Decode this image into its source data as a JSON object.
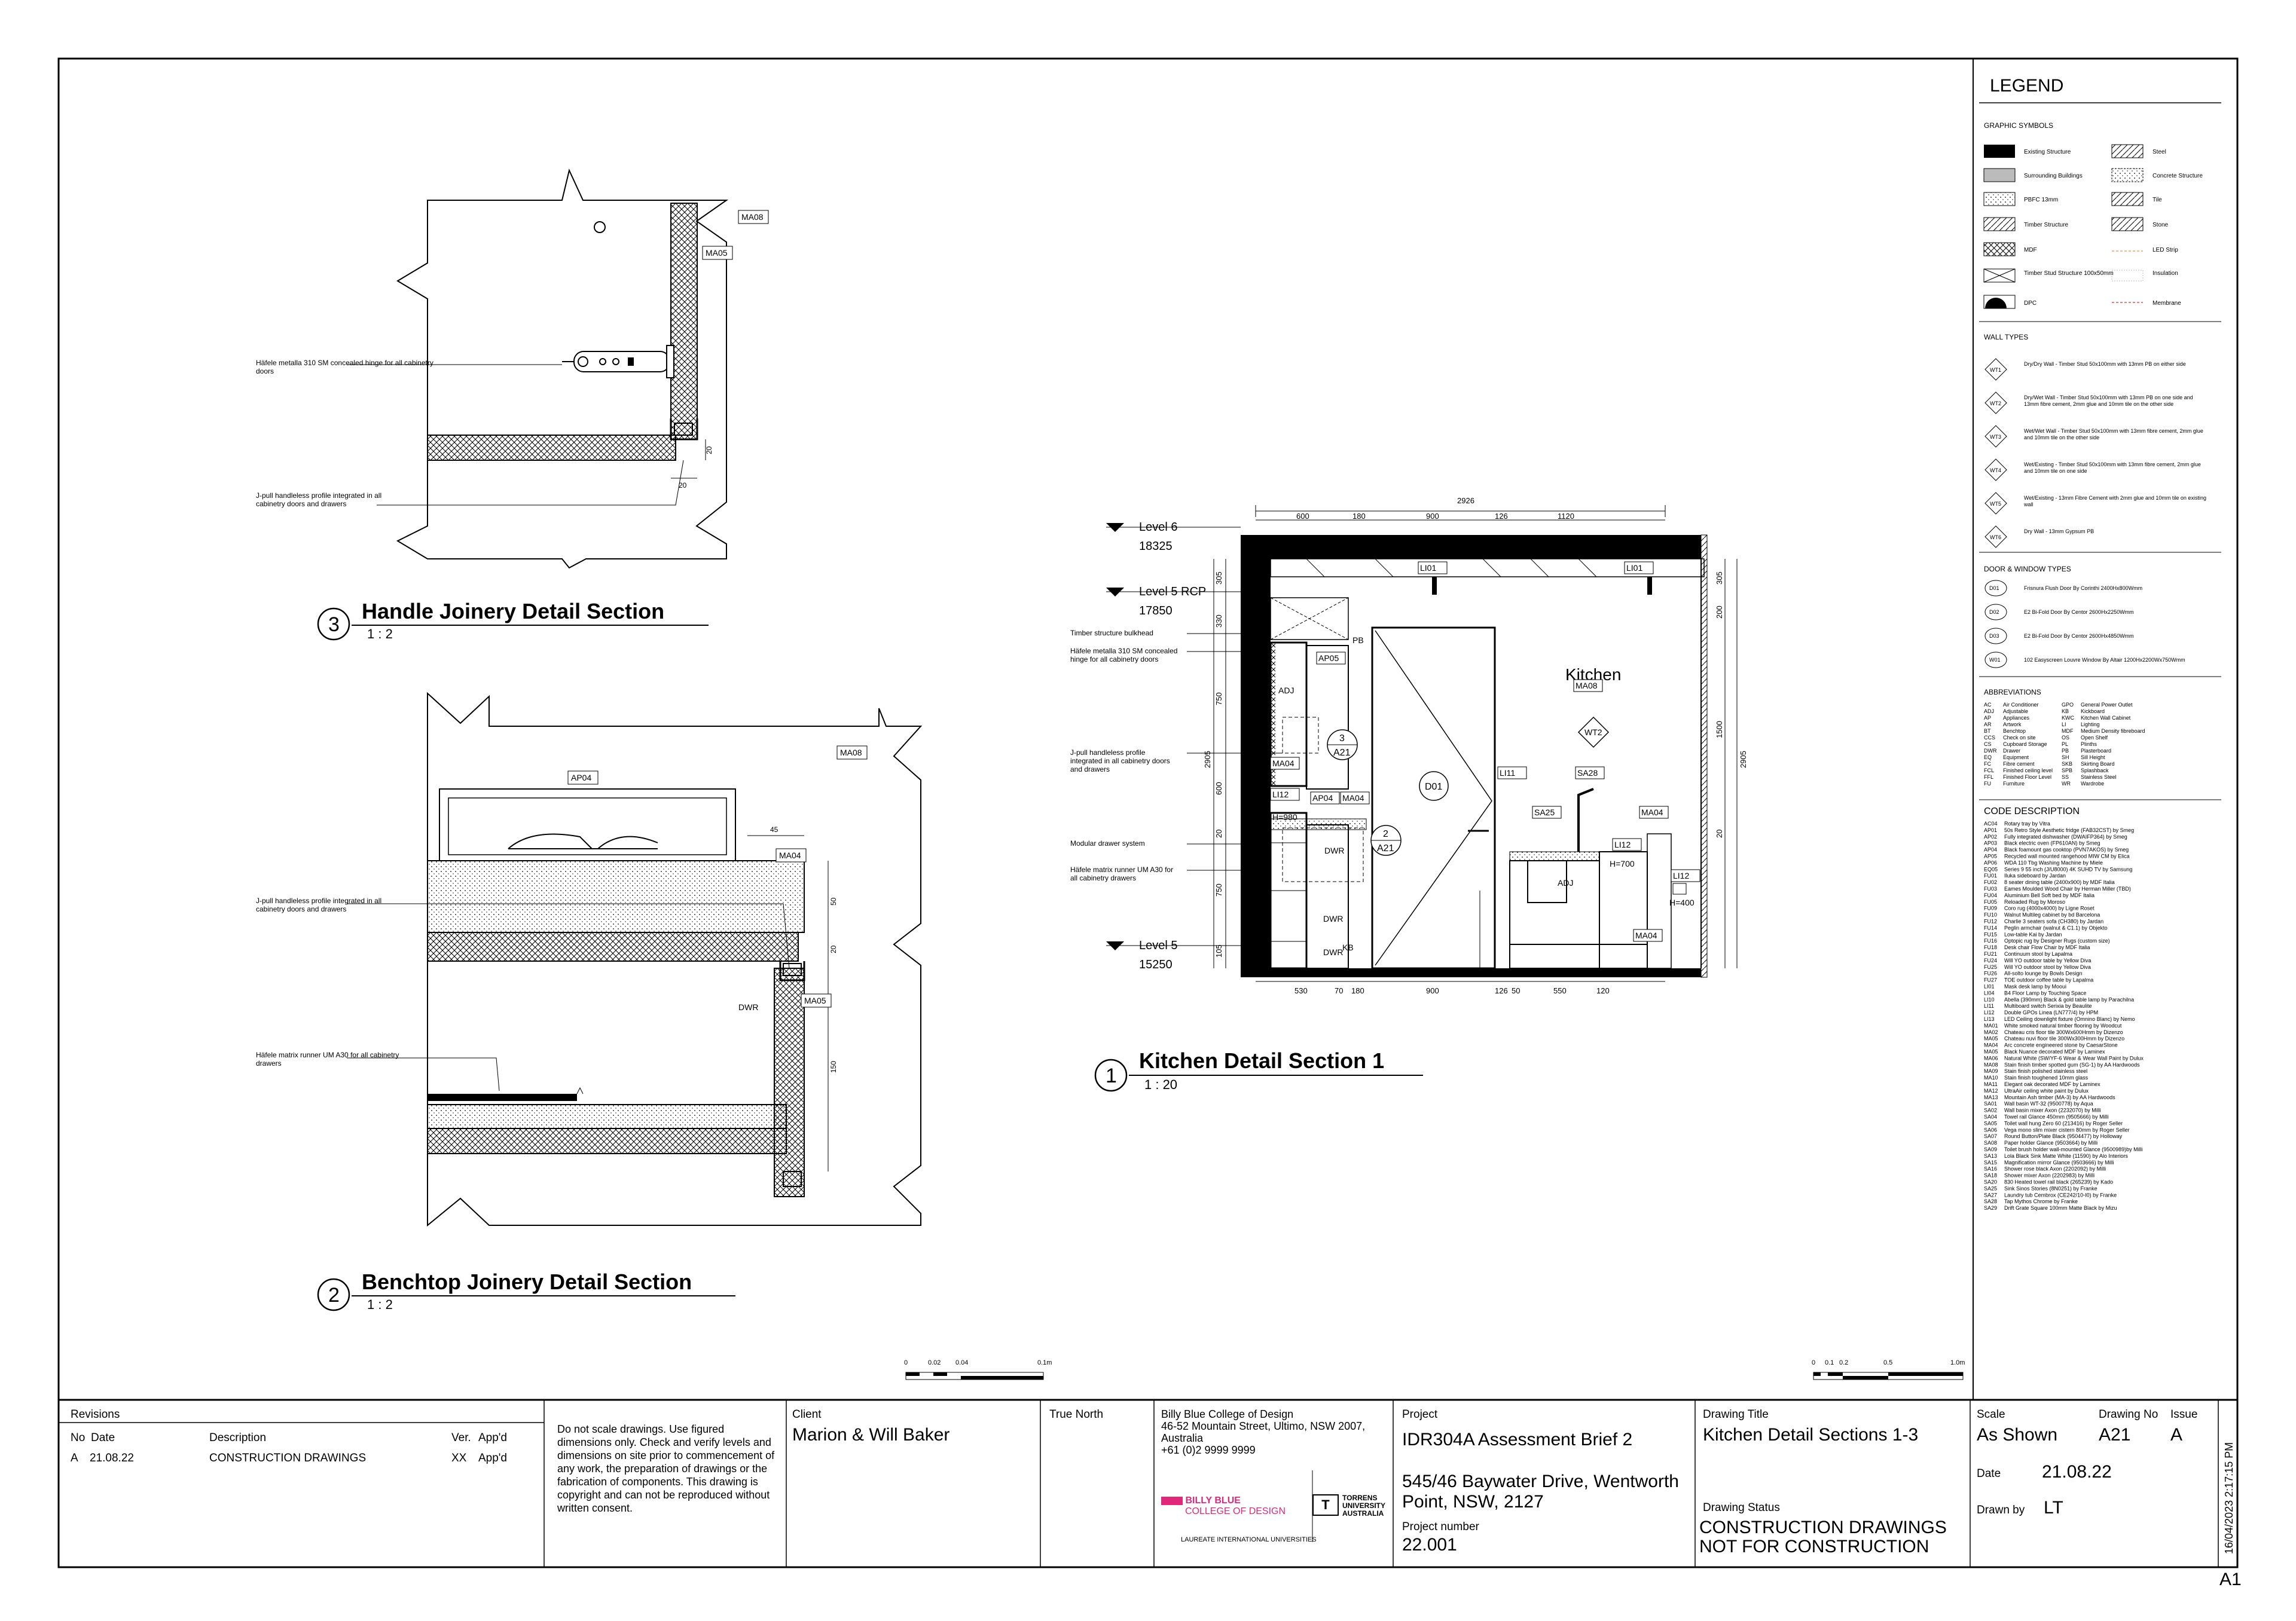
{
  "legend": {
    "title": "LEGEND",
    "graphic_symbols_heading": "GRAPHIC SYMBOLS",
    "symbols_left": [
      "Existing Structure",
      "Surrounding Buildings",
      "PBFC 13mm",
      "Timber Structure",
      "MDF",
      "Timber Stud Structure 100x50mm",
      "DPC"
    ],
    "symbols_right": [
      "Steel",
      "Concrete Structure",
      "Tile",
      "Stone",
      "LED Strip",
      "Insulation",
      "Membrane"
    ],
    "wall_types_heading": "WALL TYPES",
    "wall_types": [
      {
        "code": "WT1",
        "desc": "Dry/Dry Wall - Timber Stud 50x100mm with 13mm PB on either side"
      },
      {
        "code": "WT2",
        "desc": "Dry/Wet Wall - Timber Stud 50x100mm with 13mm PB on one side and 13mm fibre cement, 2mm glue and 10mm tile on the other side"
      },
      {
        "code": "WT3",
        "desc": "Wet/Wet Wall - Timber Stud 50x100mm with 13mm fibre cement, 2mm glue and 10mm tile on the other side"
      },
      {
        "code": "WT4",
        "desc": "Wet/Existing - Timber Stud 50x100mm with 13mm fibre cement, 2mm glue and 10mm tile on one side"
      },
      {
        "code": "WT5",
        "desc": "Wet/Existing - 13mm Fibre Cement with 2mm glue and 10mm tile on existing wall"
      },
      {
        "code": "WT6",
        "desc": "Dry Wall - 13mm Gypsum PB"
      }
    ],
    "door_window_heading": "DOOR & WINDOW TYPES",
    "door_window_types": [
      {
        "code": "D01",
        "desc": "Frisnura Flush Door By Corinthi 2400Hx800Wmm"
      },
      {
        "code": "D02",
        "desc": "E2 Bi-Fold Door By Centor 2600Hx2250Wmm"
      },
      {
        "code": "D03",
        "desc": "E2 Bi-Fold Door By Centor 2600Hx4850Wmm"
      },
      {
        "code": "W01",
        "desc": "102 Easyscreen Louvre Window By Altair 1200Hx2200Wx750Wmm"
      }
    ],
    "abbreviations_heading": "ABBREVIATIONS",
    "abbreviations": [
      [
        "AC",
        "Air Conditioner",
        "GPO",
        "General Power Outlet"
      ],
      [
        "ADJ",
        "Adjustable",
        "KB",
        "Kickboard"
      ],
      [
        "AP",
        "Appliances",
        "KWC",
        "Kitchen Wall Cabinet"
      ],
      [
        "AR",
        "Artwork",
        "LI",
        "Lighting"
      ],
      [
        "BT",
        "Benchtop",
        "MDF",
        "Medium Density fibreboard"
      ],
      [
        "CCS",
        "Check on site",
        "OS",
        "Open Shelf"
      ],
      [
        "CS",
        "Cupboard Storage",
        "PL",
        "Plinths"
      ],
      [
        "DWR",
        "Drawer",
        "PB",
        "Plasterboard"
      ],
      [
        "EQ",
        "Equipment",
        "SH",
        "Sill Height"
      ],
      [
        "FC",
        "Fibre cement",
        "SKB",
        "Skirting Board"
      ],
      [
        "FCL",
        "Finished ceiling level",
        "SPB",
        "Splashback"
      ],
      [
        "FFL",
        "Finished Floor Level",
        "SS",
        "Stainless Steel"
      ],
      [
        "FU",
        "Furniture",
        "WR",
        "Wardrobe"
      ]
    ],
    "code_heading": "CODE   DESCRIPTION",
    "codes": [
      [
        "AC04",
        "Rotary tray by Vitra"
      ],
      [
        "AP01",
        "50s Retro Style Aesthetic fridge (FAB32CST) by Smeg"
      ],
      [
        "AP02",
        "Fully integrated dishwasher (DWAIFP364) by Smeg"
      ],
      [
        "AP03",
        "Black electric oven (FP610AN) by Smeg"
      ],
      [
        "AP04",
        "Black foamount gas cooktop (PVN7AKOS) by Smeg"
      ],
      [
        "AP05",
        "Recycled wall mounted rangehood MIW CM by Elica"
      ],
      [
        "AP06",
        "WDA 110 Tbg Washing Machine by Miele"
      ],
      [
        "EQ05",
        "Series 9 55 inch (J/U8000) 4K SUHD TV by Samsung"
      ],
      [
        "FU01",
        "Ilukа sideboard by Jardan"
      ],
      [
        "FU02",
        "8 seater dining table (2400x900) by MDF Italia"
      ],
      [
        "FU03",
        "Eames Moulded Wood Chair by Herman Miller (TBD)"
      ],
      [
        "FU04",
        "Aluminium Bell Soft bed by MDF Italia"
      ],
      [
        "FU05",
        "Reloaded Rug by Moroso"
      ],
      [
        "FU09",
        "Coro rug (4000x4000) by Lignе Roset"
      ],
      [
        "FU10",
        "Walnut Multileg cabinet by bd Barcelona"
      ],
      [
        "FU12",
        "Charlie 3 seaters sofa (CH380) by Jardan"
      ],
      [
        "FU14",
        "Peglin armchair (walnut & C1.1) by Objekto"
      ],
      [
        "FU15",
        "Low-table Kai by Jardan"
      ],
      [
        "FU16",
        "Optopic rug by Designer Rugs (custom size)"
      ],
      [
        "FU18",
        "Desk chair Flow Chair by MDF Italia"
      ],
      [
        "FU21",
        "Continuum stool by Lapalma"
      ],
      [
        "FU24",
        "Will YO outdoor table by Yellow Diva"
      ],
      [
        "FU25",
        "Will YO outdoor stool by Yellow Diva"
      ],
      [
        "FU26",
        "All-solto lounge by Bowls Design"
      ],
      [
        "FU27",
        "TOE outdoor coffee table by Lapalma"
      ],
      [
        "LI01",
        "Mask desk lamp by Mooui"
      ],
      [
        "LI04",
        "B4 Floor Lamp by Touching Space"
      ],
      [
        "LI10",
        "Abella (390mm) Black & gold table lamp by Parachilna"
      ],
      [
        "LI11",
        "Multiboard switch Serixia by Beaulite"
      ],
      [
        "LI12",
        "Double GPOs Linea (LN777/4) by HPM"
      ],
      [
        "LI13",
        "LED Ceiling downlight fixture (Omnino Blanc) by Nemo"
      ],
      [
        "MA01",
        "White smoked natural timber flooring by Woodcut"
      ],
      [
        "MA02",
        "Chateau cris floor tile 300Wx600Hmm by Dizenzo"
      ],
      [
        "MA05",
        "Chateau nuvi floor tile 300Wx300Hmm by Dizenzo"
      ],
      [
        "MA04",
        "Arc concrete engineered stone by CaesarStone"
      ],
      [
        "MA05",
        "Black Nuance decorated MDF by Laminex"
      ],
      [
        "MA06",
        "Natural White (SW/YF-6 Wear & Wear Wall Paint by Dulux"
      ],
      [
        "MA08",
        "Stain finish timber spotted gum (SG-1) by AA Hardwoods"
      ],
      [
        "MA09",
        "Stain finish polished stainless steel"
      ],
      [
        "MA10",
        "Stain finish toughened 10mm glass"
      ],
      [
        "MA11",
        "Elegant oak decorated MDF by Laminex"
      ],
      [
        "MA12",
        "UltraAir ceiling white paint by Dulux"
      ],
      [
        "MA13",
        "Mountain Ash timber (MA-3) by AA Hardwoods"
      ],
      [
        "SA01",
        "Wall basin WT-32 (9500778) by Aqua"
      ],
      [
        "SA02",
        "Wall basin mixer Axon (2232070) by Milli"
      ],
      [
        "SA04",
        "Towel rail Glance 450mm (9505666) by Milli"
      ],
      [
        "SA05",
        "Toilet wall hung Zero 60 (213416) by Roger Seller"
      ],
      [
        "SA06",
        "Vega mono slim mixer cistern 80mm by Roger Seller"
      ],
      [
        "SA07",
        "Round Button/Plate Black (9504477) by Holloway"
      ],
      [
        "SA08",
        "Paper holder Glance (9503664) by Milli"
      ],
      [
        "SA09",
        "Toilet brush holder wall-mounted Glance (9500989)by Milli"
      ],
      [
        "SA13",
        "Lola Black Sink Matte White (11590) by Alo Interiors"
      ],
      [
        "SA15",
        "Magnification mirror Glance (9503666) by Milli"
      ],
      [
        "SA16",
        "Shower rose black Axon (2202092) by Milli"
      ],
      [
        "SA18",
        "Shower mixer Axon (2202983) by Milli"
      ],
      [
        "SA20",
        "830 Heated towel rail black (265239) by Kado"
      ],
      [
        "SA25",
        "Sink Sinos Stories (8N0251) by Franke"
      ],
      [
        "SA27",
        "Laundry tub Cembrox (CE242/10-I0) by Franke"
      ],
      [
        "SA28",
        "Tap Mythos Chrome by Franke"
      ],
      [
        "SA29",
        "Drift Grate Square 100mm Matte Black by Mizu"
      ]
    ]
  },
  "details": {
    "d3": {
      "number": "3",
      "title": "Handle Joinery Detail Section",
      "scale": "1 : 2",
      "tags": [
        "MA08",
        "MA05"
      ],
      "note_hinge": "Häfele metalla 310 SM concealed hinge for all cabinetry doors",
      "note_jpull": "J-pull handleless profile integrated in all cabinetry doors and drawers",
      "dims": [
        "20",
        "20"
      ]
    },
    "d2": {
      "number": "2",
      "title": "Benchtop Joinery Detail Section",
      "scale": "1 : 2",
      "tags": [
        "AP04",
        "MA08",
        "MA04",
        "MA05"
      ],
      "note_jpull": "J-pull handleless profile integrated in all cabinetry doors and drawers",
      "note_runner": "Häfele matrix runner UM A30 for all cabinetry drawers",
      "dwr": "DWR",
      "dims": [
        "45",
        "50",
        "20",
        "150"
      ]
    },
    "d1": {
      "number": "1",
      "title": "Kitchen Detail Section 1",
      "scale": "1 : 20",
      "room": "Kitchen",
      "levels": [
        {
          "name": "Level 6",
          "rl": "18325"
        },
        {
          "name": "Level 5 RCP",
          "rl": "17850"
        },
        {
          "name": "Level 5",
          "rl": "15250"
        }
      ],
      "notes": [
        "Timber structure bulkhead",
        "Häfele metalla 310 SM concealed hinge for all cabinetry doors",
        "J-pull handleless profile integrated in all cabinetry doors and drawers",
        "Modular drawer system",
        "Häfele matrix runner UM A30 for all cabinetry drawers"
      ],
      "top_total": "2926",
      "top_dims": [
        "600",
        "180",
        "900",
        "126",
        "1120"
      ],
      "bottom_dims": [
        "530",
        "70",
        "180",
        "900",
        "126",
        "50",
        "550",
        "120"
      ],
      "left_dims": [
        "305",
        "330",
        "750",
        "600",
        "20",
        "750",
        "105"
      ],
      "left_total": "2905",
      "right_dims": [
        "305",
        "200",
        "1500",
        "2905",
        "20"
      ],
      "tags": {
        "li01a": "LI01",
        "li01b": "LI01",
        "ma08": "MA08",
        "wt2": "WT2",
        "d01": "D01",
        "li11": "LI11",
        "sa28": "SA28",
        "sa25": "SA25",
        "ma04r": "MA04",
        "li12r": "LI12",
        "h700": "H=700",
        "li12r2": "LI12",
        "h400": "H=400",
        "ma04b": "MA04",
        "ap05": "AP05",
        "ma04l": "MA04",
        "li12l": "LI12",
        "h980": "H=980",
        "ap04": "AP04",
        "ma04m": "MA04",
        "adj1": "ADJ",
        "adj2": "ADJ",
        "dwr1": "DWR",
        "dwr2": "DWR",
        "dwr3": "DWR",
        "pb": "PB",
        "kb": "KB",
        "callout3": "3",
        "callout3s": "A21",
        "callout2": "2",
        "callout2s": "A21"
      }
    }
  },
  "scale_bars": {
    "left": [
      "0",
      "0.02",
      "0.04",
      "0.1m"
    ],
    "right": [
      "0",
      "0.1",
      "0.2",
      "0.5",
      "1.0m"
    ]
  },
  "title_block": {
    "revisions_label": "Revisions",
    "rev_headers": [
      "No",
      "Date",
      "Description",
      "Ver.",
      "App'd"
    ],
    "rev_row": [
      "A",
      "21.08.22",
      "CONSTRUCTION DRAWINGS",
      "XX",
      "App'd"
    ],
    "disclaimer": "Do not scale drawings. Use figured dimensions only. Check and verify levels and dimensions on site prior to commencement of any work, the preparation of drawings or the fabrication of components. This drawing is copyright and can not be reproduced without written consent.",
    "client_label": "Client",
    "client": "Marion & Will Baker",
    "true_north_label": "True North",
    "college_lines": [
      "Billy Blue College of Design",
      "46-52 Mountain Street, Ultimo, NSW 2007,",
      "Australia",
      "+61 (0)2 9999 9999"
    ],
    "logo_billy": "BILLY BLUE",
    "logo_college": "COLLEGE OF DESIGN",
    "logo_torrens": "TORRENS UNIVERSITY AUSTRALIA",
    "logo_laureate": "LAUREATE INTERNATIONAL UNIVERSITIES",
    "project_label": "Project",
    "project": "IDR304A Assessment Brief 2",
    "address": "545/46 Baywater Drive, Wentworth Point, NSW, 2127",
    "project_number_label": "Project number",
    "project_number": "22.001",
    "drawing_title_label": "Drawing Title",
    "drawing_title": "Kitchen Detail Sections 1-3",
    "drawing_status_label": "Drawing Status",
    "drawing_status": "CONSTRUCTION DRAWINGS NOT FOR CONSTRUCTION",
    "scale_label": "Scale",
    "scale": "As Shown",
    "drawing_no_label": "Drawing No",
    "drawing_no": "A21",
    "issue_label": "Issue",
    "issue": "A",
    "date_label": "Date",
    "date": "21.08.22",
    "drawn_by_label": "Drawn by",
    "drawn_by": "LT"
  },
  "timestamp": "16/04/2023 2:17:15 PM",
  "sheet_size": "A1"
}
